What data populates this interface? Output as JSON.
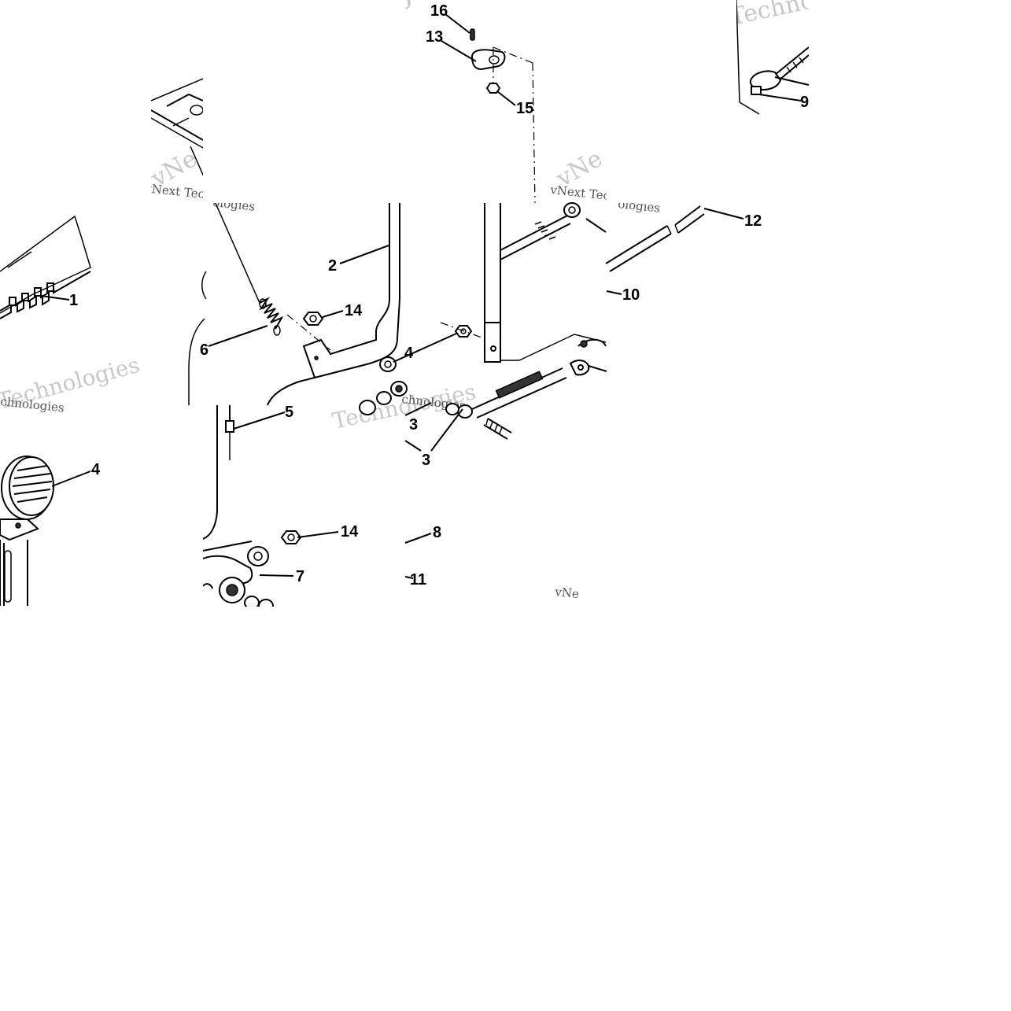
{
  "callouts": [
    {
      "id": "c1",
      "label": "1"
    },
    {
      "id": "c2",
      "label": "2"
    },
    {
      "id": "c3a",
      "label": "3"
    },
    {
      "id": "c3b",
      "label": "3"
    },
    {
      "id": "c4a",
      "label": "4"
    },
    {
      "id": "c4b",
      "label": "4"
    },
    {
      "id": "c5",
      "label": "5"
    },
    {
      "id": "c6",
      "label": "6"
    },
    {
      "id": "c7",
      "label": "7"
    },
    {
      "id": "c8",
      "label": "8"
    },
    {
      "id": "c9",
      "label": "9"
    },
    {
      "id": "c10",
      "label": "10"
    },
    {
      "id": "c11",
      "label": "11"
    },
    {
      "id": "c12",
      "label": "12"
    },
    {
      "id": "c13",
      "label": "13"
    },
    {
      "id": "c14a",
      "label": "14"
    },
    {
      "id": "c14b",
      "label": "14"
    },
    {
      "id": "c15",
      "label": "15"
    },
    {
      "id": "c16",
      "label": "16"
    }
  ],
  "watermarks": {
    "large_a": "Techno",
    "large_b": "vNe",
    "large_c": "Technologies",
    "small_a": "vNext Tec",
    "small_b": "ologies",
    "small_c": "chnologies",
    "small_d": "vNe"
  },
  "colors": {
    "line": "#000000",
    "watermark": "#c8c8c8",
    "background": "#ffffff"
  }
}
